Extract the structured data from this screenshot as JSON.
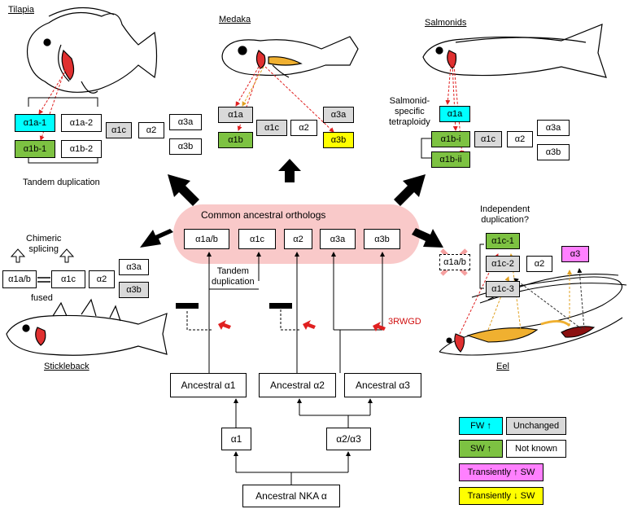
{
  "species": {
    "tilapia": "Tilapia",
    "medaka": "Medaka",
    "salmonids": "Salmonids",
    "stickleback": "Stickleback",
    "eel": "Eel"
  },
  "tilapia": {
    "a1a1": "α1a-1",
    "a1a2": "α1a-2",
    "a1b1": "α1b-1",
    "a1b2": "α1b-2",
    "a1c": "α1c",
    "a2": "α2",
    "a3a": "α3a",
    "a3b": "α3b",
    "note": "Tandem duplication"
  },
  "medaka": {
    "a1a": "α1a",
    "a1b": "α1b",
    "a1c": "α1c",
    "a2": "α2",
    "a3a": "α3a",
    "a3b": "α3b"
  },
  "salmonids": {
    "note_line1": "Salmonid-",
    "note_line2": "specific",
    "note_line3": "tetraploidy",
    "a1a": "α1a",
    "a1bi": "α1b-i",
    "a1bii": "α1b-ii",
    "a1c": "α1c",
    "a2": "α2",
    "a3a": "α3a",
    "a3b": "α3b"
  },
  "stickleback": {
    "chimeric_line1": "Chimeric",
    "chimeric_line2": "splicing",
    "a1ab": "α1a/b",
    "a1c": "α1c",
    "fused": "fused",
    "a2": "α2",
    "a3a": "α3a",
    "a3b": "α3b"
  },
  "eel": {
    "question_line1": "Independent",
    "question_line2": "duplication?",
    "a1ab": "α1a/b",
    "a1c1": "α1c-1",
    "a1c2": "α1c-2",
    "a1c3": "α1c-3",
    "a2": "α2",
    "a3": "α3"
  },
  "common": {
    "title": "Common ancestral orthologs",
    "a1ab": "α1a/b",
    "a1c": "α1c",
    "a2": "α2",
    "a3a": "α3a",
    "a3b": "α3b",
    "tandem_line1": "Tandem",
    "tandem_line2": "duplication",
    "wgd": "3RWGD"
  },
  "tree": {
    "anc_a1": "Ancestral α1",
    "anc_a2": "Ancestral α2",
    "anc_a3": "Ancestral α3",
    "a1": "α1",
    "a23": "α2/α3",
    "root": "Ancestral NKA α"
  },
  "legend": {
    "fw": "FW ↑",
    "unchanged": "Unchanged",
    "sw": "SW ↑",
    "not_known": "Not known",
    "trans_up": "Transiently ↑ SW",
    "trans_down": "Transiently ↓ SW"
  },
  "colors": {
    "fw": "#00ffff",
    "sw": "#7dc242",
    "unchanged": "#d9d9d9",
    "trans_up": "#ff80ff",
    "trans_down": "#ffff00",
    "pill": "#f9c9c9",
    "red_arrow": "#e02020",
    "gill": "#e03030",
    "organ": "#f0b030"
  }
}
